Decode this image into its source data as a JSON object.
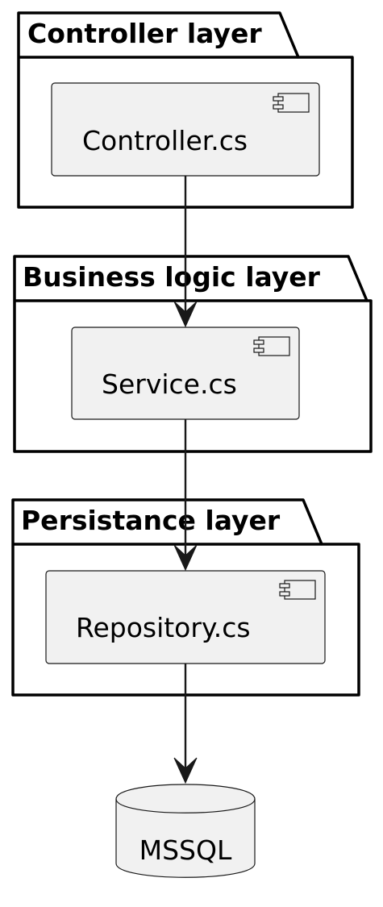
{
  "packages": [
    {
      "title": "Controller layer",
      "component": "Controller.cs"
    },
    {
      "title": "Business logic layer",
      "component": "Service.cs"
    },
    {
      "title": "Persistance layer",
      "component": "Repository.cs"
    }
  ],
  "database": {
    "label": "MSSQL"
  },
  "connections": [
    {
      "from": "Controller.cs",
      "to": "Service.cs"
    },
    {
      "from": "Service.cs",
      "to": "Repository.cs"
    },
    {
      "from": "Repository.cs",
      "to": "MSSQL"
    }
  ],
  "colors": {
    "component_fill": "#f1f1f1",
    "stroke": "#181818",
    "package_fill": "#ffffff"
  }
}
